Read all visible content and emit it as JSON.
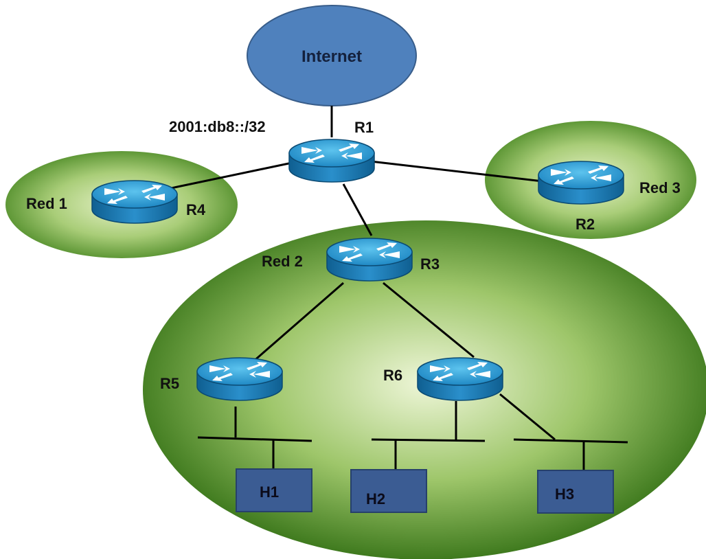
{
  "internet": {
    "label": "Internet"
  },
  "prefix": "2001:db8::/32",
  "networks": [
    {
      "id": "red1",
      "label": "Red 1"
    },
    {
      "id": "red2",
      "label": "Red 2"
    },
    {
      "id": "red3",
      "label": "Red 3"
    }
  ],
  "routers": [
    {
      "id": "r1",
      "label": "R1"
    },
    {
      "id": "r2",
      "label": "R2"
    },
    {
      "id": "r3",
      "label": "R3"
    },
    {
      "id": "r4",
      "label": "R4"
    },
    {
      "id": "r5",
      "label": "R5"
    },
    {
      "id": "r6",
      "label": "R6"
    }
  ],
  "hosts": [
    {
      "id": "h1",
      "label": "H1"
    },
    {
      "id": "h2",
      "label": "H2"
    },
    {
      "id": "h3",
      "label": "H3"
    }
  ],
  "colors": {
    "internet_fill": "#4f81bd",
    "internet_stroke": "#385d8a",
    "network_light": "#e6f2c8",
    "network_dark": "#3f7a1e",
    "router_top": "#2e9fd6",
    "router_side": "#1570a6",
    "host_fill": "#3b5c93",
    "host_stroke": "#26406b"
  }
}
